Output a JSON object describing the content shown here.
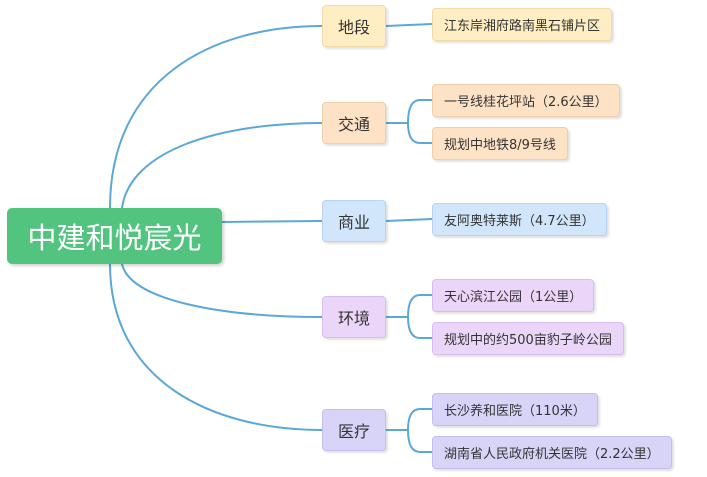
{
  "root": {
    "label": "中建和悦宸光"
  },
  "branches": [
    {
      "label": "地段",
      "leaves": [
        "江东岸湘府路南黑石铺片区"
      ]
    },
    {
      "label": "交通",
      "leaves": [
        "一号线桂花坪站（2.6公里）",
        "规划中地铁8/9号线"
      ]
    },
    {
      "label": "商业",
      "leaves": [
        "友阿奥特莱斯（4.7公里）"
      ]
    },
    {
      "label": "环境",
      "leaves": [
        "天心滨江公园（1公里）",
        "规划中的约500亩豹子岭公园"
      ]
    },
    {
      "label": "医疗",
      "leaves": [
        "长沙养和医院（110米）",
        "湖南省人民政府机关医院（2.2公里）"
      ]
    }
  ],
  "colors": {
    "line": "#5ba8d8",
    "root": "#52c47f",
    "branch_fills": [
      "#ffeec4",
      "#fde2c6",
      "#d1e5fb",
      "#ebd5f8",
      "#d7d4f8"
    ]
  }
}
